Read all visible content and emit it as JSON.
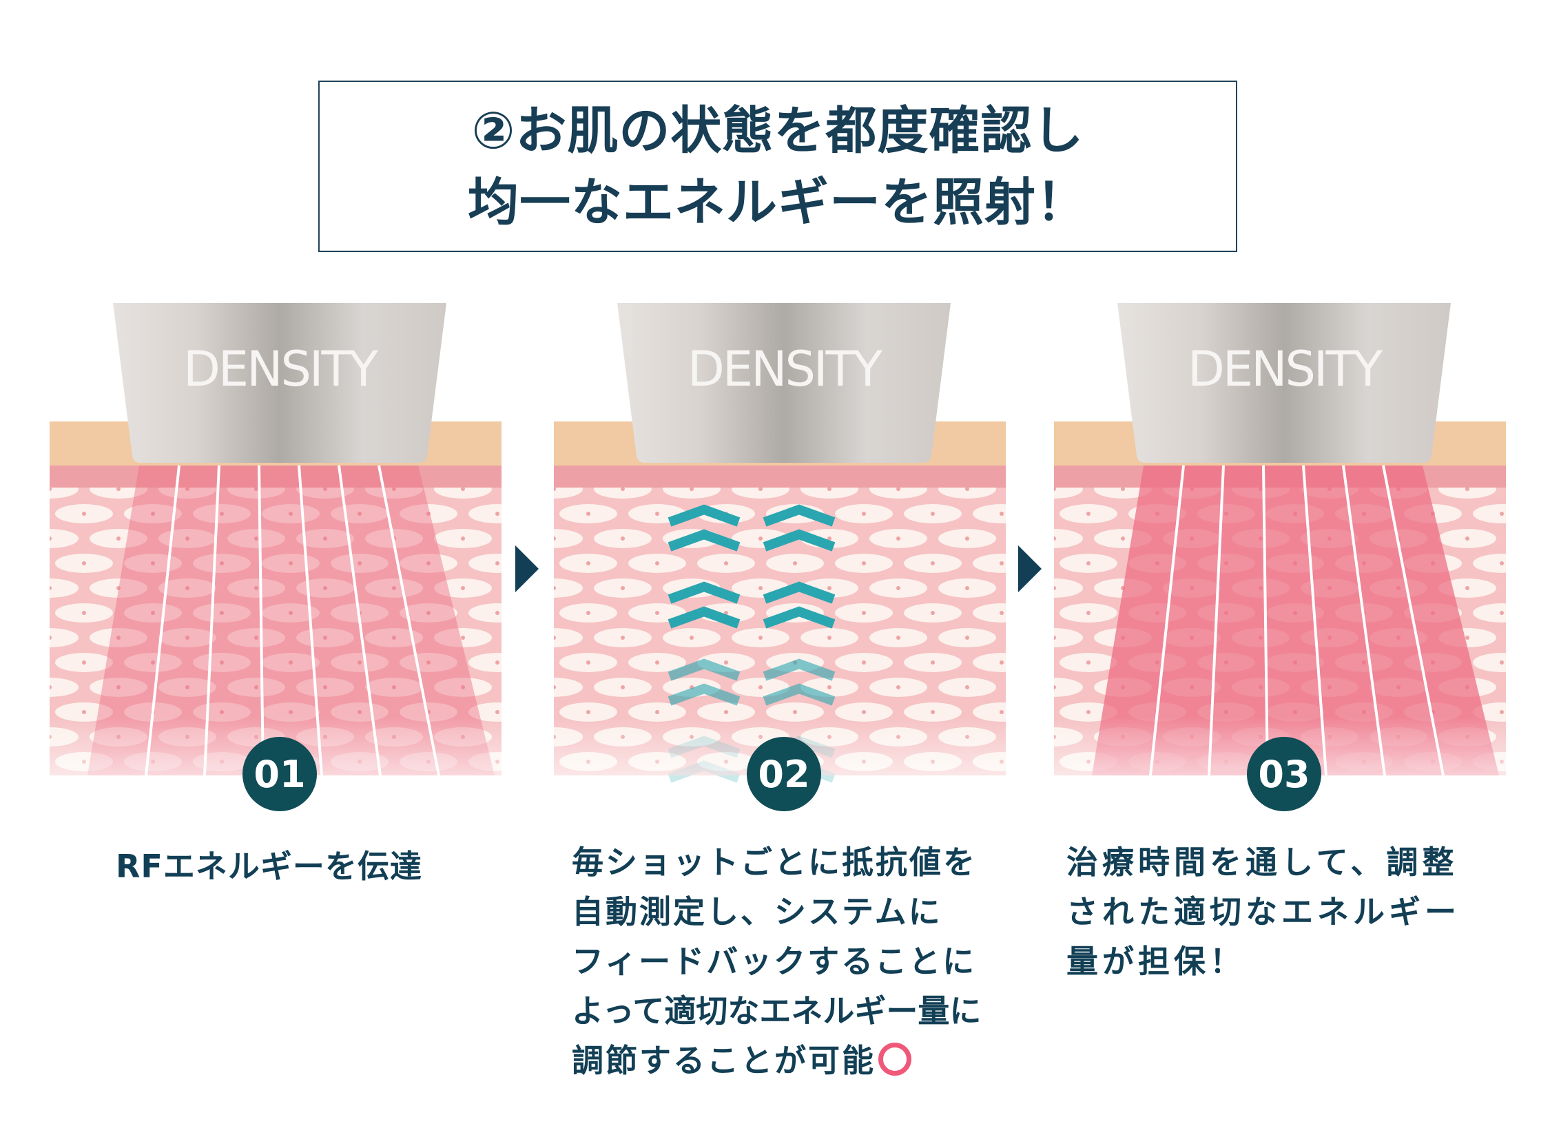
{
  "title": {
    "line1": "②お肌の状態を都度確認し",
    "line2": "均一なエネルギーを照射！"
  },
  "colors": {
    "navy": "#123f55",
    "teal_badge": "#0f4d57",
    "skin_tan": "#f1c9a2",
    "skin_pink": "#eda0a5",
    "beam": "#ee6f86",
    "chevron": "#2aa6b0",
    "accent_ring": "#f0587a"
  },
  "steps": [
    {
      "number": "01",
      "device_label": "DENSITY",
      "intensity": 0.45,
      "description": [
        "RFエネルギーを伝達"
      ]
    },
    {
      "number": "02",
      "device_label": "DENSITY",
      "intensity": 0,
      "description": [
        "毎ショットごとに抵抗値を",
        "自動測定し、システムに",
        "フィードバックすることに",
        "よって適切なエネルギー量に",
        "調節することが可能"
      ]
    },
    {
      "number": "03",
      "device_label": "DENSITY",
      "intensity": 0.75,
      "description": [
        "治療時間を通して、調整",
        "された適切なエネルギー",
        "量が担保！"
      ]
    }
  ]
}
